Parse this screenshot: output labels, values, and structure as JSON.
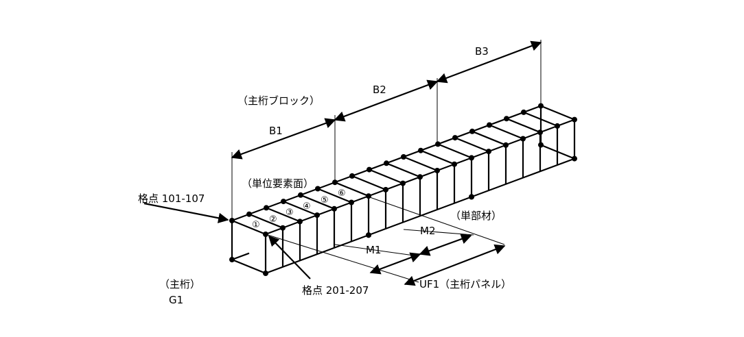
{
  "labels": {
    "main_block": "（主桁ブロック）",
    "unit_face": "（単位要素面）",
    "single_member": "（単部材）",
    "main_girder": "（主桁）",
    "g1": "G1",
    "node_top": "格点  101-107",
    "node_bottom": "格点  201-207",
    "b1": "B1",
    "b2": "B2",
    "b3": "B3",
    "m1": "M1",
    "m2": "M2",
    "uf1": "UF1（主桁パネル）",
    "face_numbers": [
      "①",
      "②",
      "③",
      "④",
      "⑤",
      "⑥"
    ]
  },
  "colors": {
    "line": "#000000",
    "background": "#ffffff"
  }
}
